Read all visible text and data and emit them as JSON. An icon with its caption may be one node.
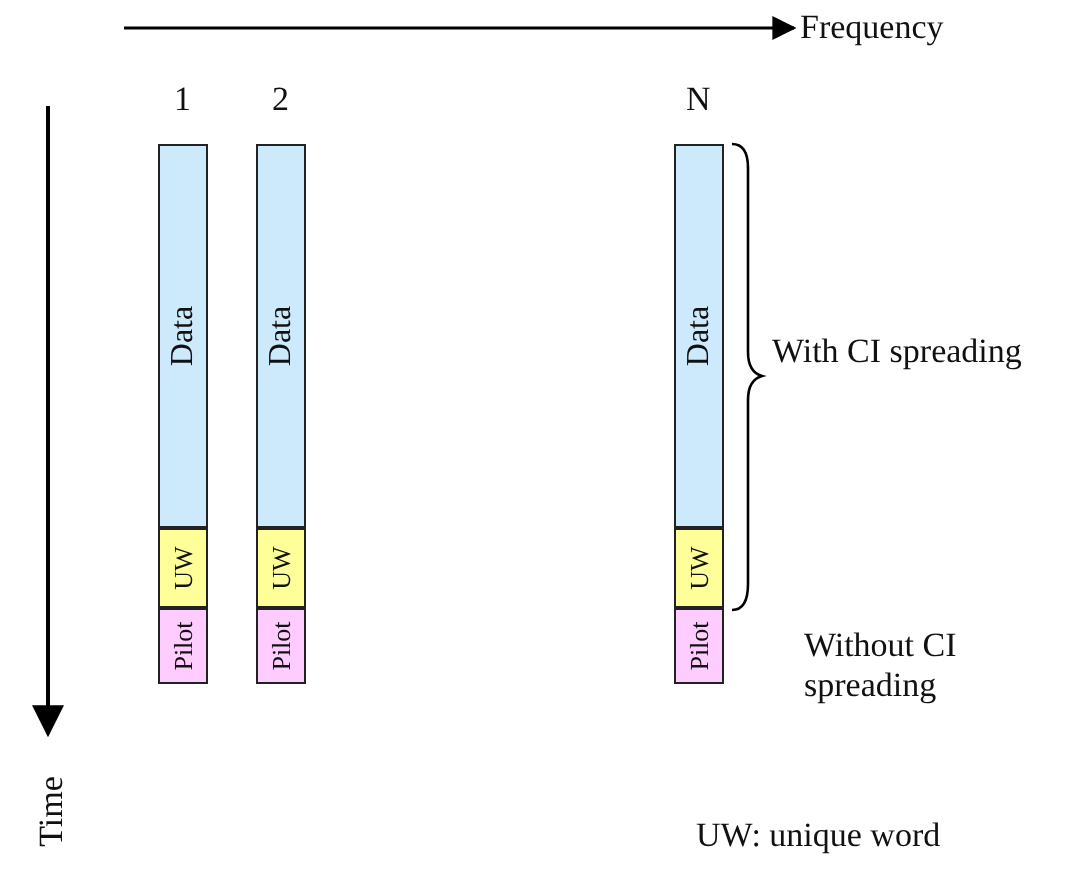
{
  "diagram": {
    "nodes": [
      {
        "text": [
          "Data"
        ]
      },
      {
        "text": [
          "UW"
        ]
      },
      {
        "text": [
          "Pilot"
        ]
      },
      {
        "text": [
          "Data"
        ]
      },
      {
        "text": [
          "UW"
        ]
      },
      {
        "text": [
          "Pilot"
        ]
      },
      {
        "text": [
          "Data"
        ]
      },
      {
        "text": [
          "UW"
        ]
      },
      {
        "text": [
          "Pilot"
        ]
      }
    ],
    "labels": [
      "Frequency",
      "1",
      "2",
      "N",
      "With CI spreading",
      "Without CI spreading",
      "Time",
      "UW: unique word"
    ]
  }
}
